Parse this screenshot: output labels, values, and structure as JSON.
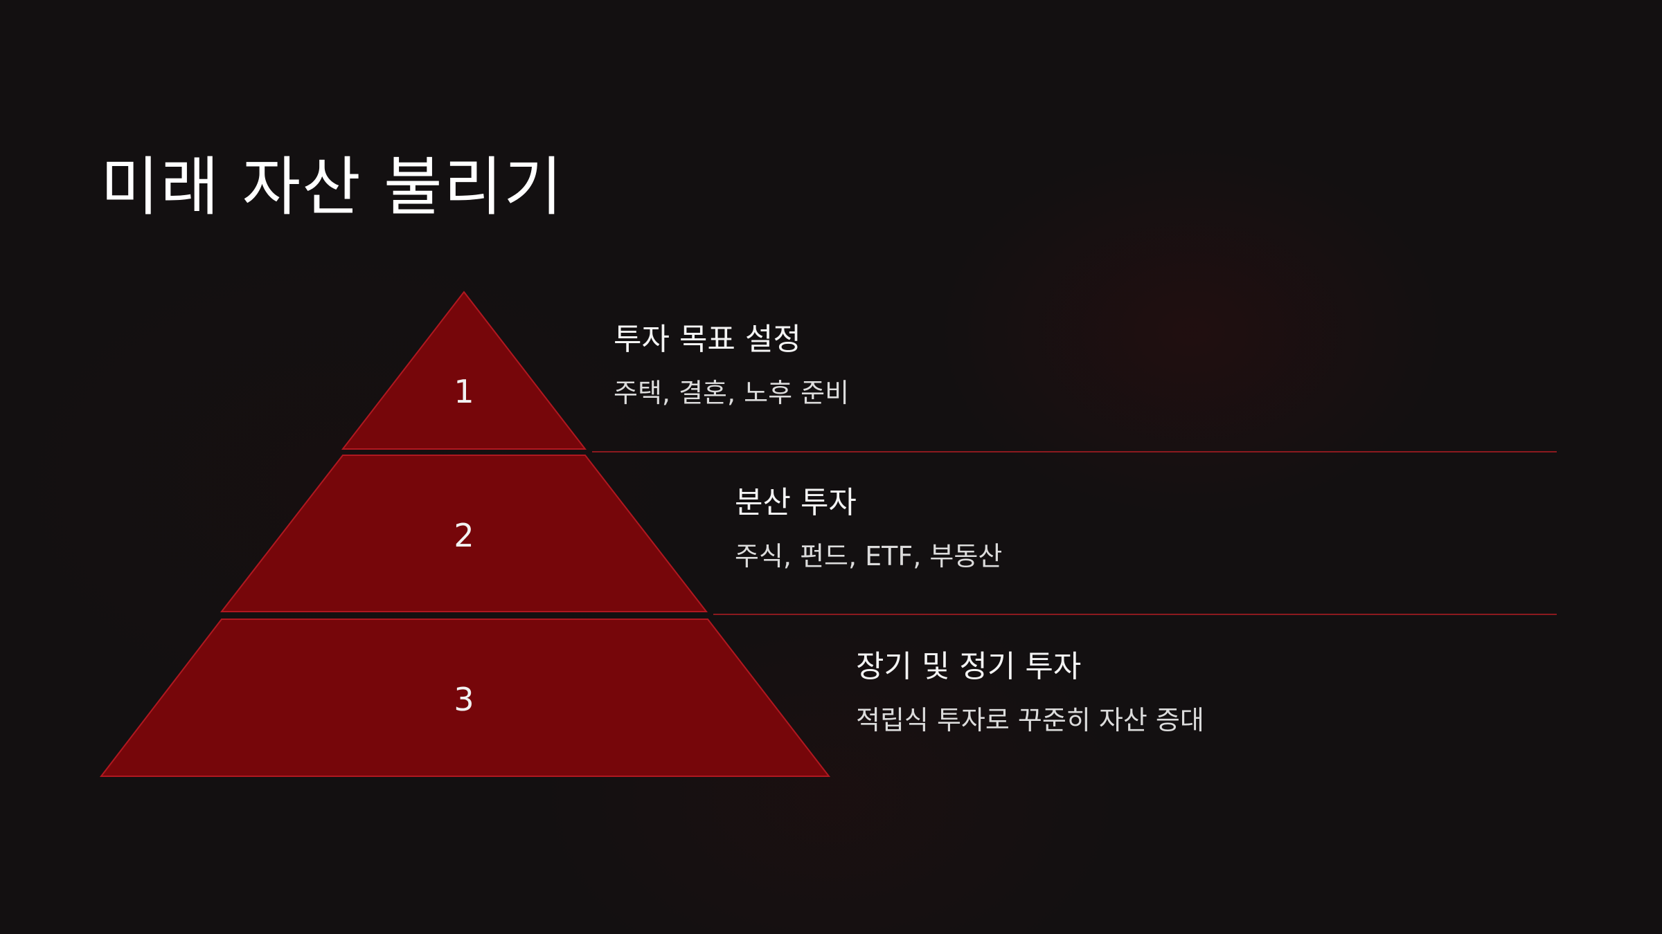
{
  "slide": {
    "title": "미래 자산 불리기",
    "steps": [
      {
        "number": "1",
        "heading": "투자 목표 설정",
        "description": "주택, 결혼, 노후 준비"
      },
      {
        "number": "2",
        "heading": "분산 투자",
        "description": "주식, 펀드, ETF, 부동산"
      },
      {
        "number": "3",
        "heading": "장기 및 정기 투자",
        "description": "적립식 투자로 꾸준히 자산 증대"
      }
    ]
  },
  "colors": {
    "background": "#131011",
    "tier_fill": "#76060a",
    "tier_stroke": "#b01820",
    "divider": "#8c1a1f",
    "text": "#ffffff"
  }
}
